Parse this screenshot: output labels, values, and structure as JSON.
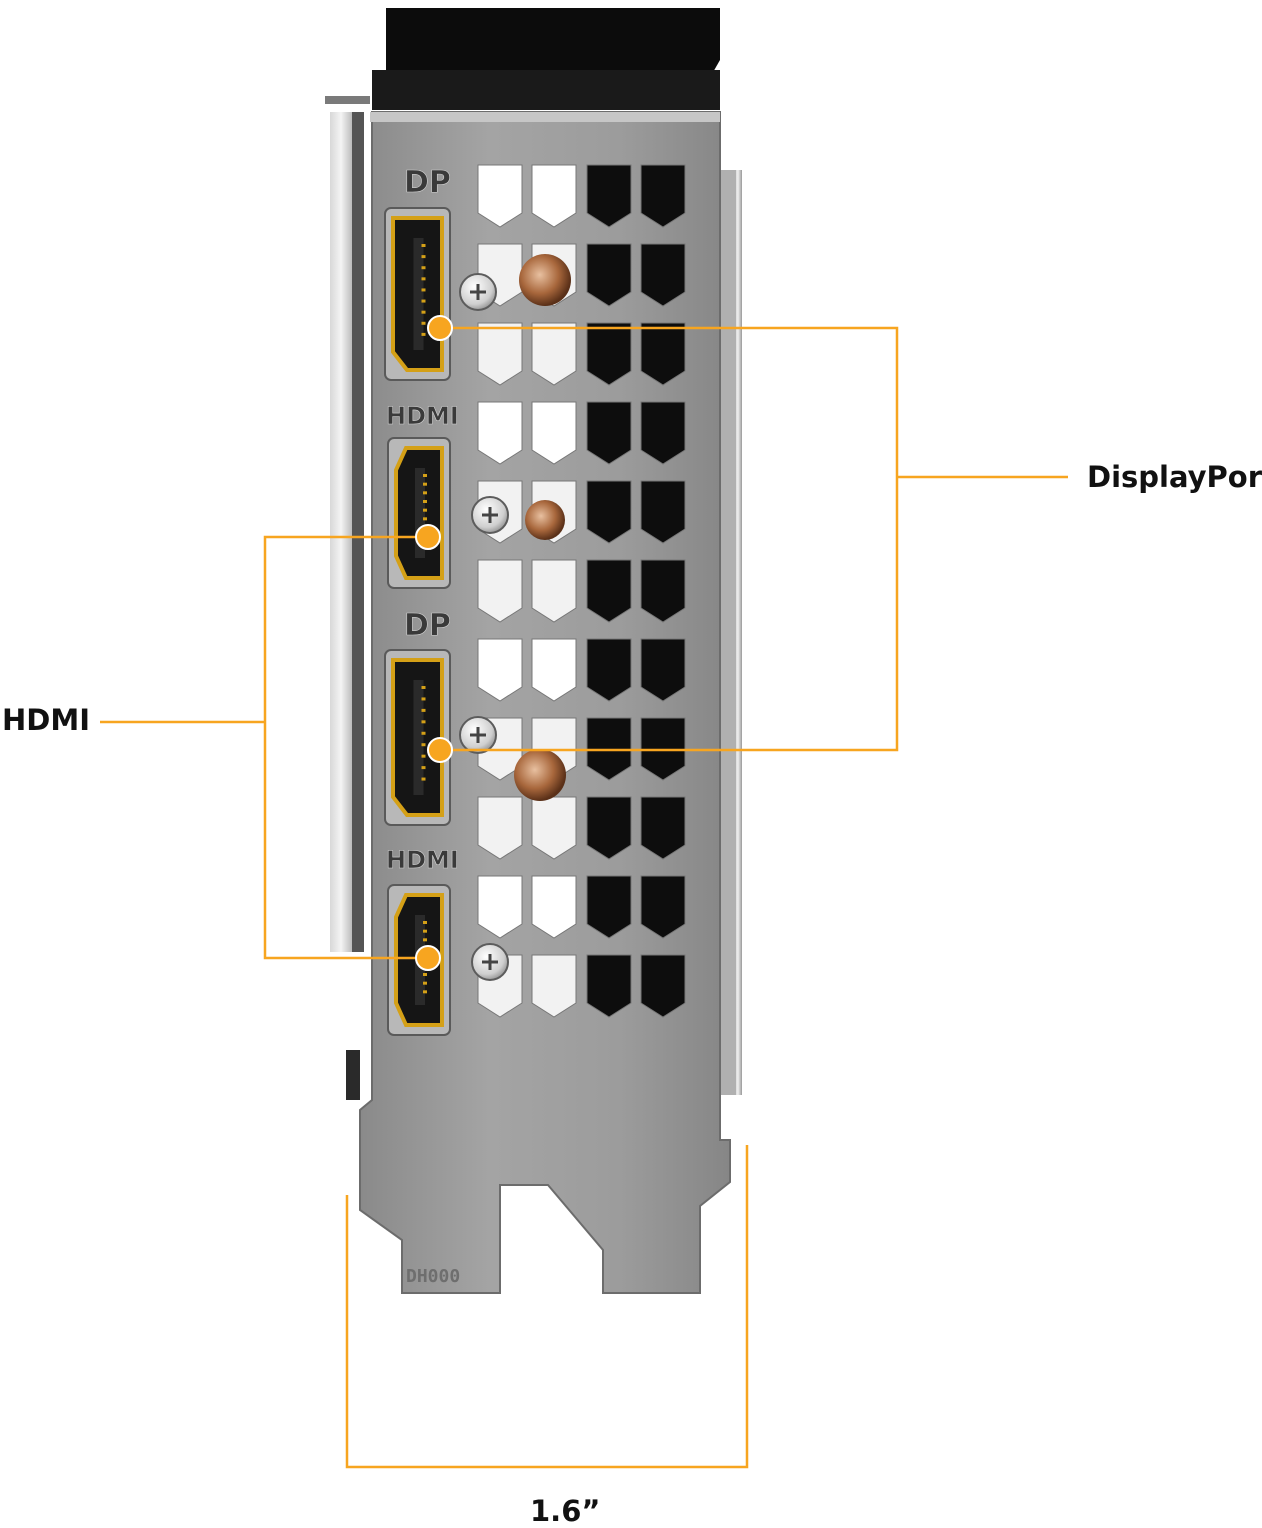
{
  "labels": {
    "displayport": "DisplayPort",
    "hdmi": "HDMI",
    "width": "1.6”"
  },
  "bracket_text": {
    "dp_top": "DP",
    "hdmi_upper": "HDMI",
    "dp_lower": "DP",
    "hdmi_lower": "HDMI",
    "stamp": "DH000"
  },
  "colors": {
    "callout": "#f7a520",
    "bracket_metal": "#9b9b9b",
    "connector_gold": "#d4a017",
    "connector_body": "#151515"
  },
  "ports": [
    {
      "type": "DisplayPort",
      "text_key": "dp_top"
    },
    {
      "type": "HDMI",
      "text_key": "hdmi_upper"
    },
    {
      "type": "DisplayPort",
      "text_key": "dp_lower"
    },
    {
      "type": "HDMI",
      "text_key": "hdmi_lower"
    }
  ]
}
